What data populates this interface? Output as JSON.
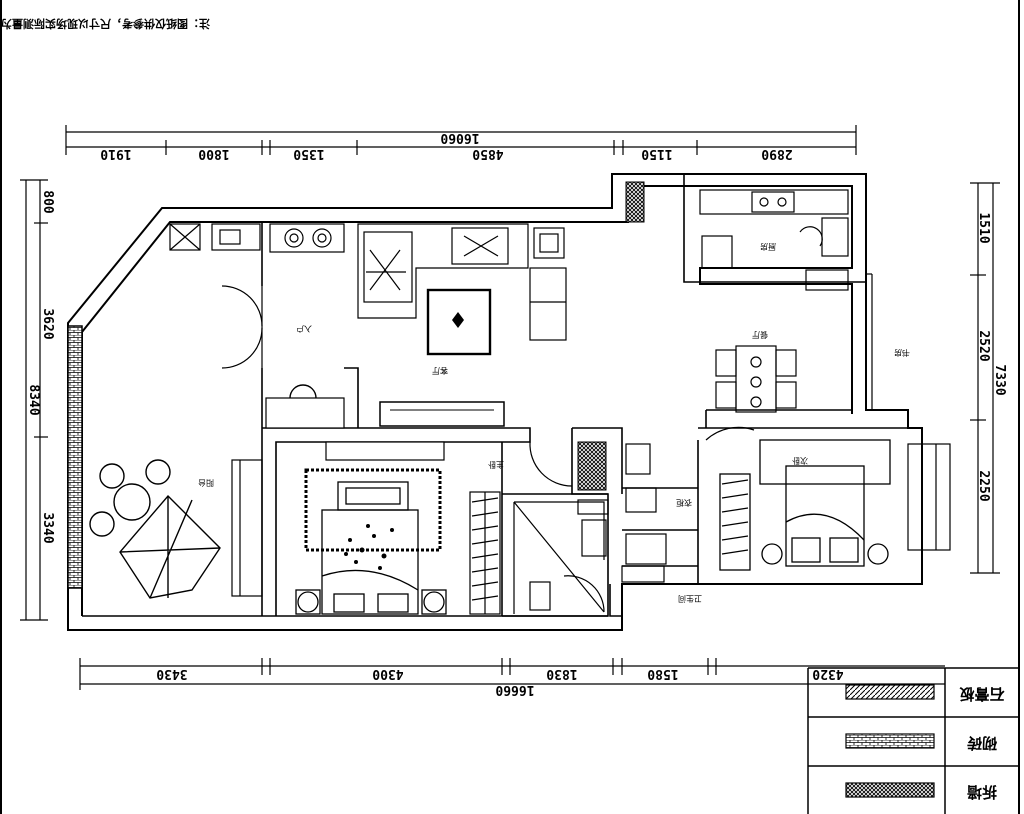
{
  "header": {
    "note": "注：图纸仅供参考，尺寸以现场实际测量为准"
  },
  "dimensions": {
    "top_total": "16060",
    "top": [
      "1910",
      "1800",
      "1350",
      "4850",
      "1150",
      "2890"
    ],
    "bottom_total": "16660",
    "bottom": [
      "3430",
      "4300",
      "1830",
      "1580",
      "4320"
    ],
    "left_total": "8340",
    "left": [
      "800",
      "3620",
      "3340"
    ],
    "right_total": "7330",
    "right": [
      "1510",
      "2520",
      "2250"
    ]
  },
  "rooms": {
    "kitchen": "厨房",
    "living": "客厅",
    "dining": "餐厅",
    "master_bedroom": "主卧",
    "second_bedroom": "次卧",
    "balcony": "阳台",
    "entrance": "入户",
    "study": "书房",
    "wardrobe": "衣柜",
    "bathroom": "卫生间"
  },
  "legend": [
    {
      "label": "石膏板",
      "pattern": "hatch"
    },
    {
      "label": "砌砖",
      "pattern": "brick"
    },
    {
      "label": "拆墙",
      "pattern": "cross"
    }
  ],
  "colors": {
    "line": "#000000",
    "background": "#ffffff"
  }
}
